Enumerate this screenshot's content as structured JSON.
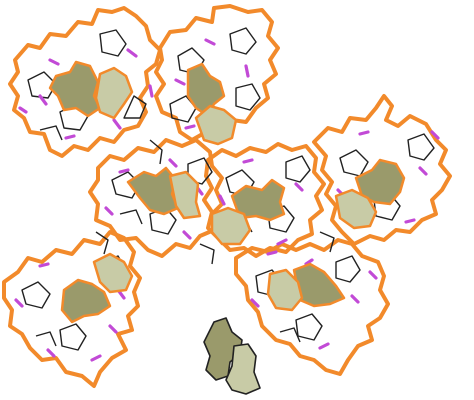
{
  "colors": {
    "background": "#ffffff",
    "outline": "#f28a2b",
    "tile_edge": "#222222",
    "marker": "#c24ad6",
    "fill_dark": "#9a9a6b",
    "fill_light": "#c8cba6"
  },
  "diagram": {
    "description_visible_text": "",
    "clusters": [
      {
        "id": "top-left",
        "shaded": 2
      },
      {
        "id": "top-middle",
        "shaded": 2
      },
      {
        "id": "center-left",
        "shaded": 2
      },
      {
        "id": "center",
        "shaded": 2
      },
      {
        "id": "right",
        "shaded": 2
      },
      {
        "id": "bottom-left",
        "shaded": 2
      },
      {
        "id": "bottom-right",
        "shaded": 2
      }
    ],
    "standalone_pair": {
      "shaded": 2
    }
  }
}
